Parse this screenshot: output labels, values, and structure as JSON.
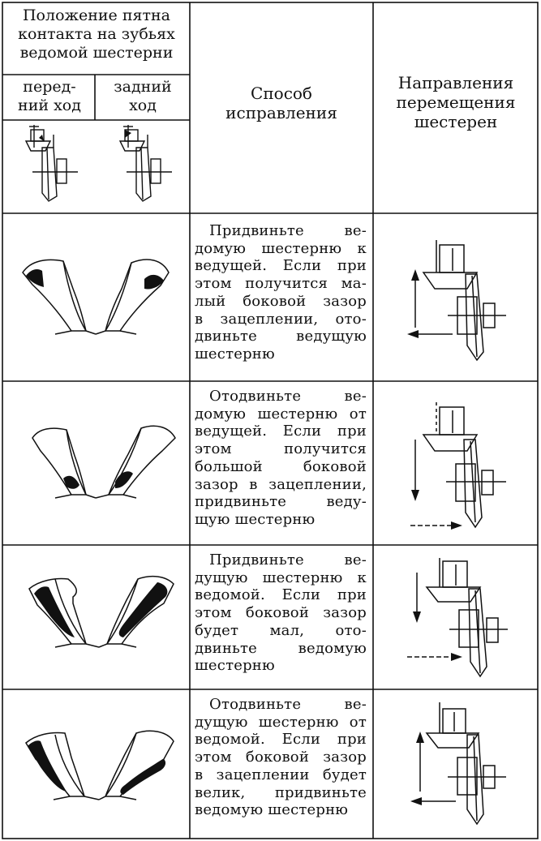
{
  "header": {
    "contact_position": [
      "Положение пятна",
      "контакта на зубьях",
      "ведомой шестерни"
    ],
    "forward": [
      "перед-",
      "ний ход"
    ],
    "reverse": [
      "задний",
      "ход"
    ],
    "method": [
      "Способ",
      "исправления"
    ],
    "directions": [
      "Направления",
      "перемещения",
      "шестерен"
    ]
  },
  "rows": [
    {
      "lines": [
        "Придвиньте ве-",
        "домую шестерню к",
        "ведущей. Если при",
        "этом получится ма-",
        "лый боковой зазор",
        "в зацеплении, отo-",
        "двиньте ведущую",
        "шестерню"
      ]
    },
    {
      "lines": [
        "Отодвиньте ве-",
        "домую шестерню от",
        "ведущей. Если при",
        "этом получится",
        "большой боковой",
        "зазор в зацеплении,",
        "придвиньте веду-",
        "щую шестерню"
      ]
    },
    {
      "lines": [
        "Придвиньте ве-",
        "дущую шестерню к",
        "ведомой. Если при",
        "этом боковой зазор",
        "будет мал, ото-",
        "двиньте ведомую",
        "шестерню"
      ]
    },
    {
      "lines": [
        "Отодвиньте ве-",
        "дущую шестерню от",
        "ведомой. Если при",
        "этом боковой зазор",
        "в зацеплении будет",
        "велик, придвиньте",
        "ведомую шестерню"
      ]
    }
  ]
}
